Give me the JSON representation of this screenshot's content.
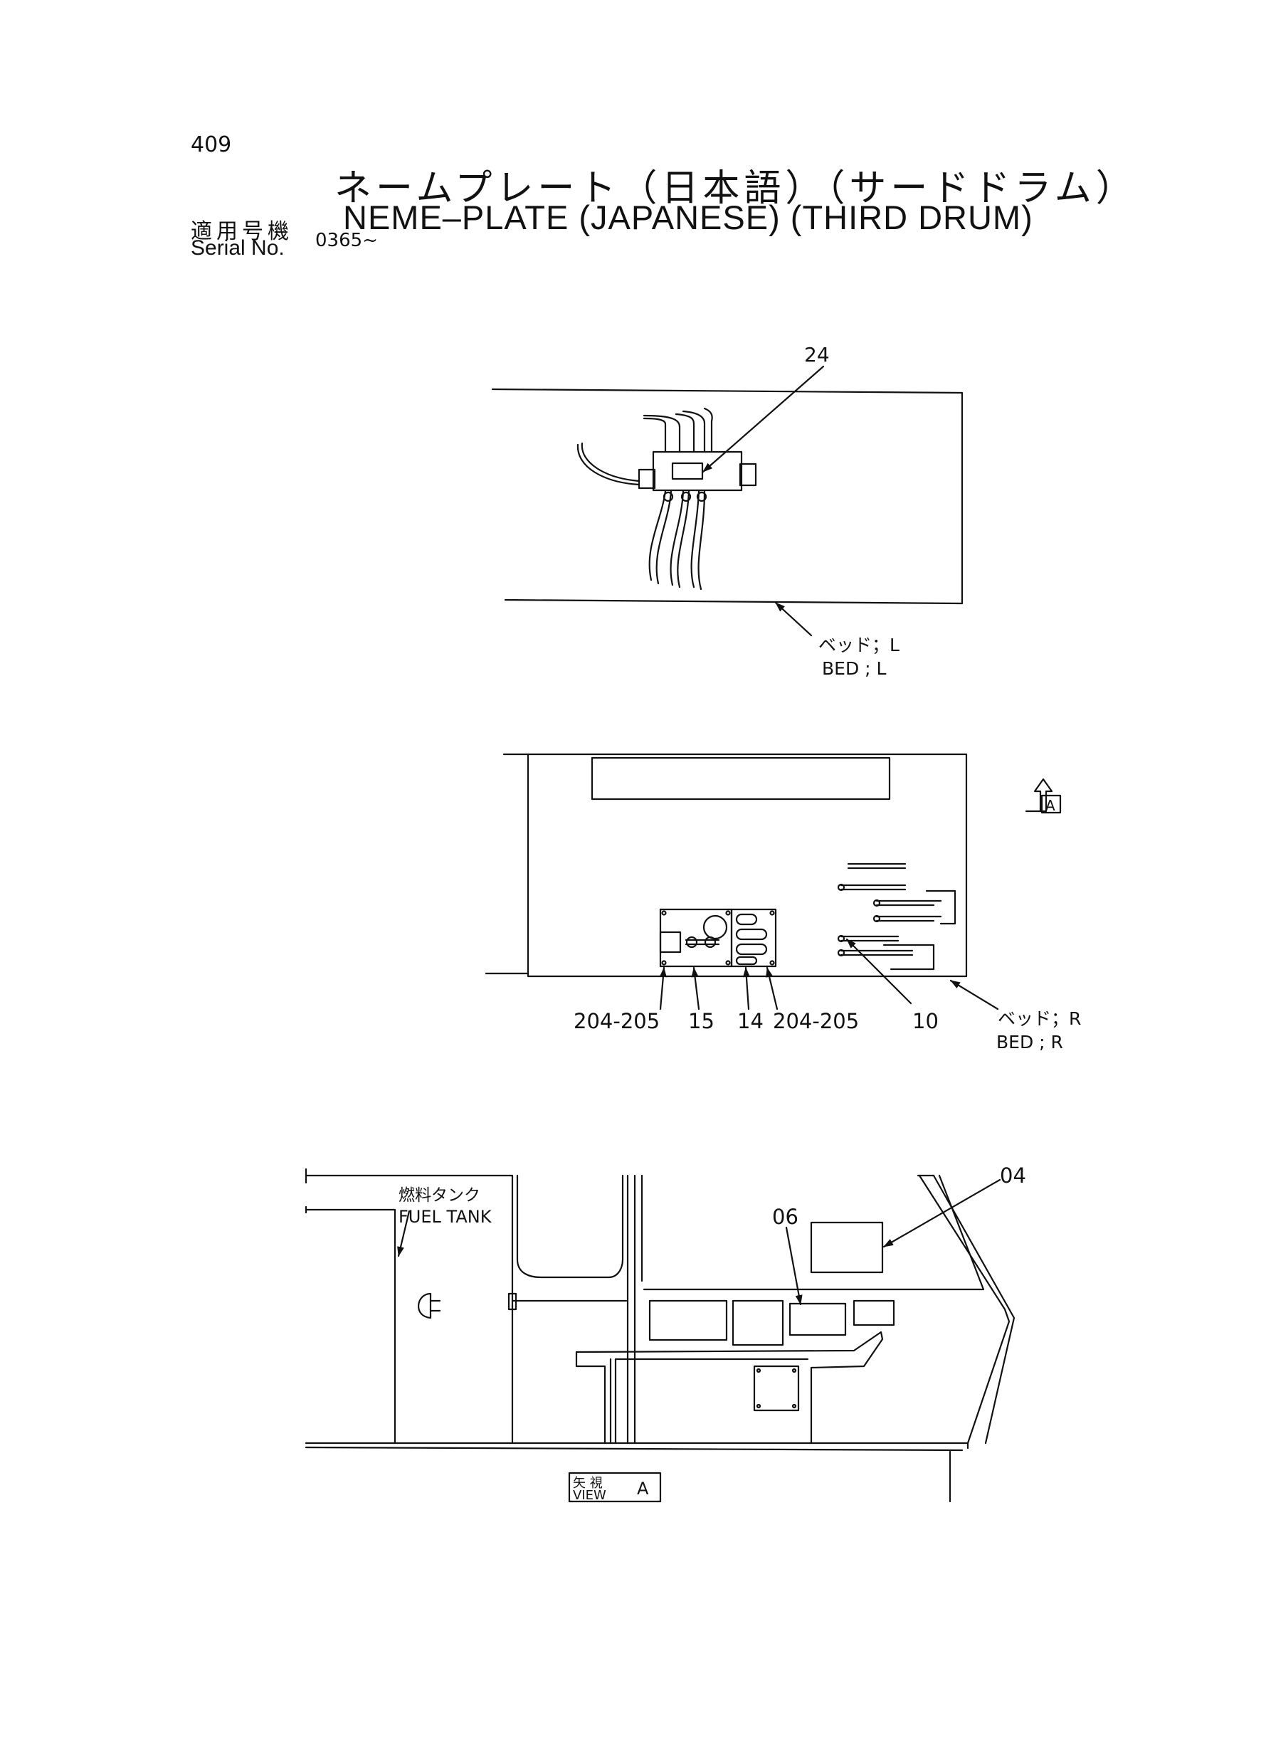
{
  "header": {
    "page_number": "409",
    "title_jp": "ネームプレート（日本語）（サードドラム）",
    "title_en": "NEME–PLATE (JAPANESE) (THIRD DRUM)",
    "serial_label_jp": "適用号機",
    "serial_label_en": "Serial No.",
    "serial_value": "0365~"
  },
  "view1": {
    "callout_24": "24",
    "bed_l_jp": "ベッド；L",
    "bed_l_en": "BED ; L"
  },
  "view2": {
    "callout_204_205_left": "204-205",
    "callout_15": "15",
    "callout_14": "14",
    "callout_204_205_right": "204-205",
    "callout_10": "10",
    "bed_r_jp": "ベッド；R",
    "bed_r_en": "BED ; R",
    "view_marker": "A"
  },
  "view3": {
    "fuel_tank_jp": "燃料タンク",
    "fuel_tank_en": "FUEL TANK",
    "callout_04": "04",
    "callout_06": "06",
    "view_label_jp": "矢 視",
    "view_label_en": "VIEW",
    "view_label_letter": "A"
  }
}
